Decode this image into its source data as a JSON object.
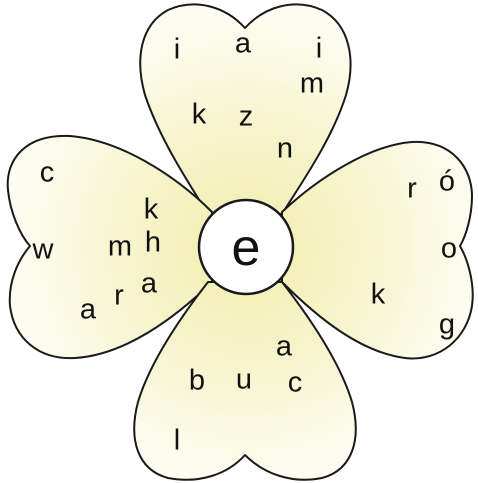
{
  "puzzle": {
    "center_letter": "e",
    "petals": {
      "top": [
        "i",
        "a",
        "i",
        "m",
        "k",
        "z",
        "n"
      ],
      "left": [
        "c",
        "k",
        "w",
        "m",
        "h",
        "a",
        "r",
        "a"
      ],
      "right": [
        "r",
        "ó",
        "o",
        "k",
        "g"
      ],
      "bottom": [
        "a",
        "b",
        "u",
        "c",
        "l"
      ]
    }
  },
  "colors": {
    "petal_inner": "#f2eeb0",
    "petal_outer": "#fdfcf0",
    "outline": "#1a1a1a"
  }
}
